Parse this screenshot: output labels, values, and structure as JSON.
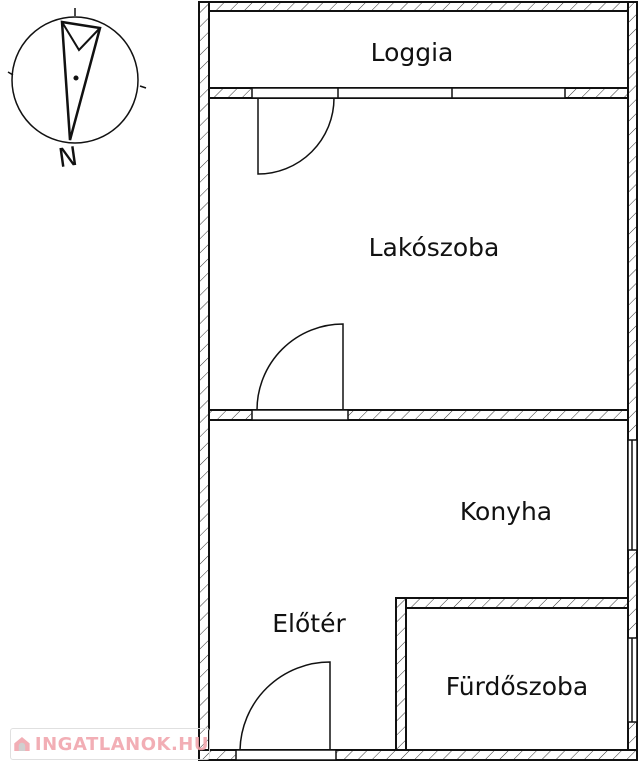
{
  "rooms": {
    "loggia": "Loggia",
    "living_room": "Lakószoba",
    "kitchen": "Konyha",
    "hall": "Előtér",
    "bathroom": "Fürdőszoba"
  },
  "compass": {
    "label": "N"
  },
  "watermark": {
    "text": "INGATLANOK.HU",
    "color": "#f1a6ad"
  }
}
